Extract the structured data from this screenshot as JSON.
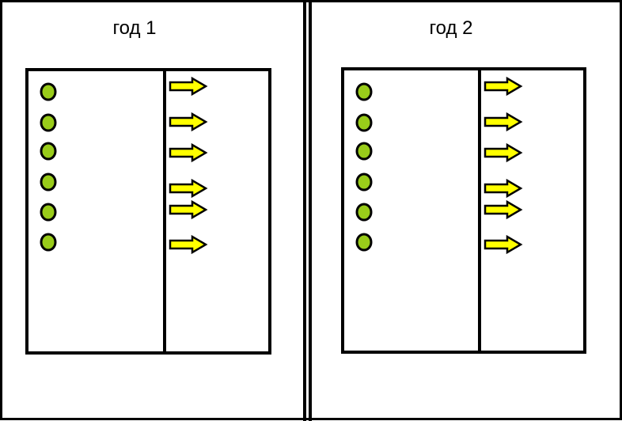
{
  "panels": [
    {
      "title": "год 1",
      "dots": 6,
      "arrows": 6
    },
    {
      "title": "год 2",
      "dots": 6,
      "arrows": 6
    }
  ],
  "colors": {
    "background": "#ffffff",
    "border": "#000000",
    "dot_fill": "#99cc1a",
    "arrow_fill": "#ffff00"
  },
  "icons": {
    "dot": "green-circle-icon",
    "arrow": "yellow-right-arrow-icon"
  }
}
